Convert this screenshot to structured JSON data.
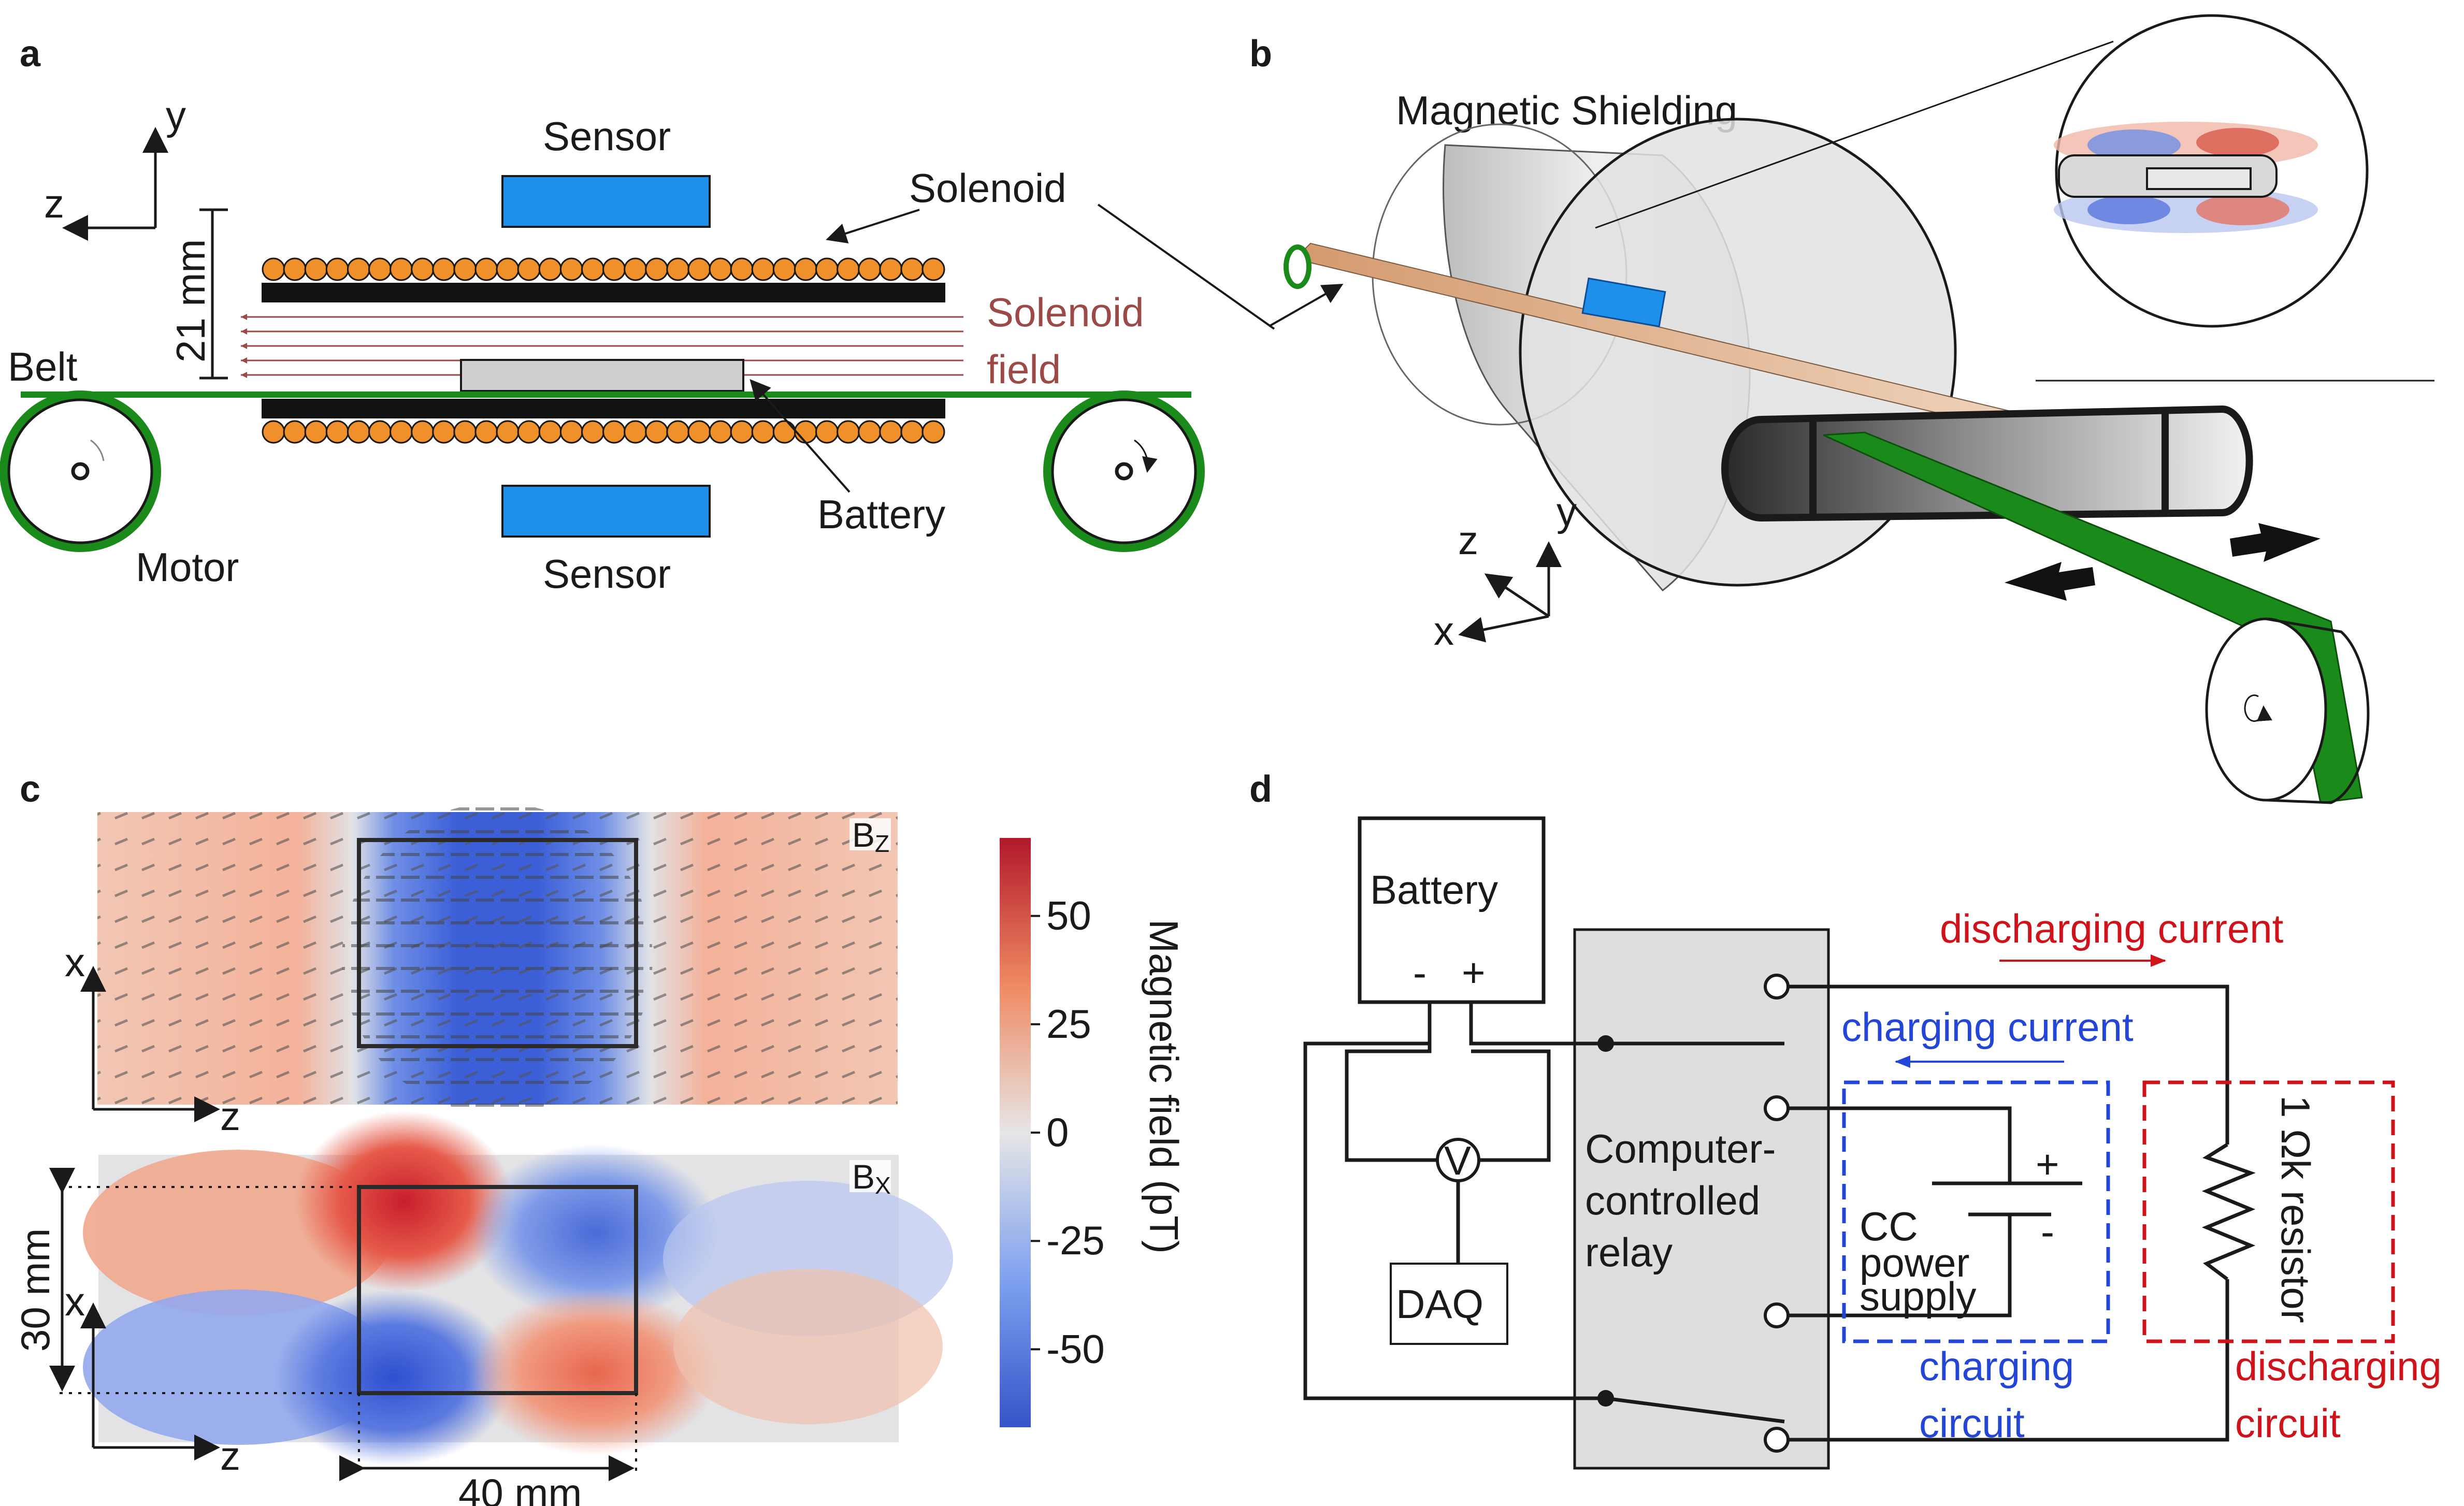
{
  "panels": {
    "a": "a",
    "b": "b",
    "c": "c",
    "d": "d"
  },
  "panel_a": {
    "sensor_top": "Sensor",
    "sensor_bottom": "Sensor",
    "solenoid": "Solenoid",
    "solenoid_field_1": "Solenoid",
    "solenoid_field_2": "field",
    "belt": "Belt",
    "battery": "Battery",
    "motor": "Motor",
    "dimension": "21 mm",
    "axis_y": "y",
    "axis_z": "z"
  },
  "panel_b": {
    "shielding": "Magnetic Shielding",
    "axis_z": "z",
    "axis_y": "y",
    "axis_x": "x"
  },
  "panel_c": {
    "label_bz": "B",
    "label_bz_sub": "Z",
    "label_bx": "B",
    "label_bx_sub": "X",
    "axis_x_top": "x",
    "axis_z_top": "z",
    "axis_x_bottom": "x",
    "axis_z_bottom": "z",
    "dim_height": "30 mm",
    "dim_width": "40 mm",
    "colorbar_title": "Magnetic field (pT)",
    "colorbar_ticks": [
      "50",
      "25",
      "0",
      "-25",
      "-50"
    ]
  },
  "panel_d": {
    "battery": "Battery",
    "minus": "-",
    "plus": "+",
    "voltmeter": "V",
    "daq": "DAQ",
    "relay_1": "Computer-",
    "relay_2": "controlled",
    "relay_3": "relay",
    "discharging_current": "discharging current",
    "charging_current": "charging current",
    "ps_1": "CC",
    "ps_2": "power",
    "ps_3": "supply",
    "ps_plus": "+",
    "ps_minus": "-",
    "resistor": "1 Ωk resistor",
    "charging_circuit_1": "charging",
    "charging_circuit_2": "circuit",
    "discharging_circuit_1": "discharging",
    "discharging_circuit_2": "circuit"
  },
  "colors": {
    "sensor": "#1e8fea",
    "belt": "#1a8a1a",
    "coil": "#f0902a",
    "field": "#9c4a47",
    "red": "#d0121b",
    "blue": "#2346d8"
  }
}
